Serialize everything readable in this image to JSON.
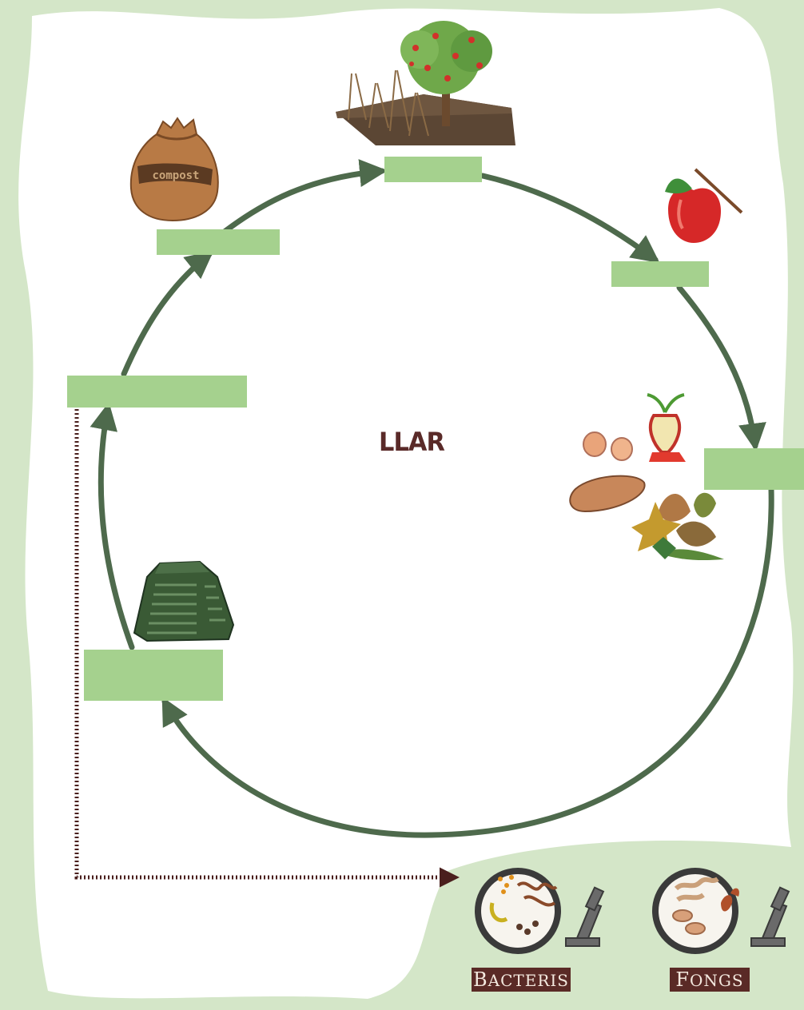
{
  "center_label": "LLAR",
  "organisms": [
    {
      "label": "Bacteris",
      "icon": "petri-dish-bacteria-icon"
    },
    {
      "label": "Fongs",
      "icon": "petri-dish-fungi-icon"
    }
  ],
  "compost_bag_text": "compost",
  "cycle": {
    "direction": "clockwise",
    "arrow_color": "#4e6a4c",
    "nodes": [
      {
        "id": "garden",
        "icon": "garden-tree-icon"
      },
      {
        "id": "apple",
        "icon": "apple-icon"
      },
      {
        "id": "food-waste",
        "icon": "food-scraps-icon"
      },
      {
        "id": "composter",
        "icon": "compost-bin-icon"
      },
      {
        "id": "blank-left",
        "icon": ""
      },
      {
        "id": "compost-bag",
        "icon": "compost-bag-icon"
      }
    ]
  },
  "colors": {
    "background_blob": "#d4e6c8",
    "label_box": "#a5d18e",
    "plaque": "#5a2a26",
    "dotted_arrow": "#4a1f1d"
  }
}
